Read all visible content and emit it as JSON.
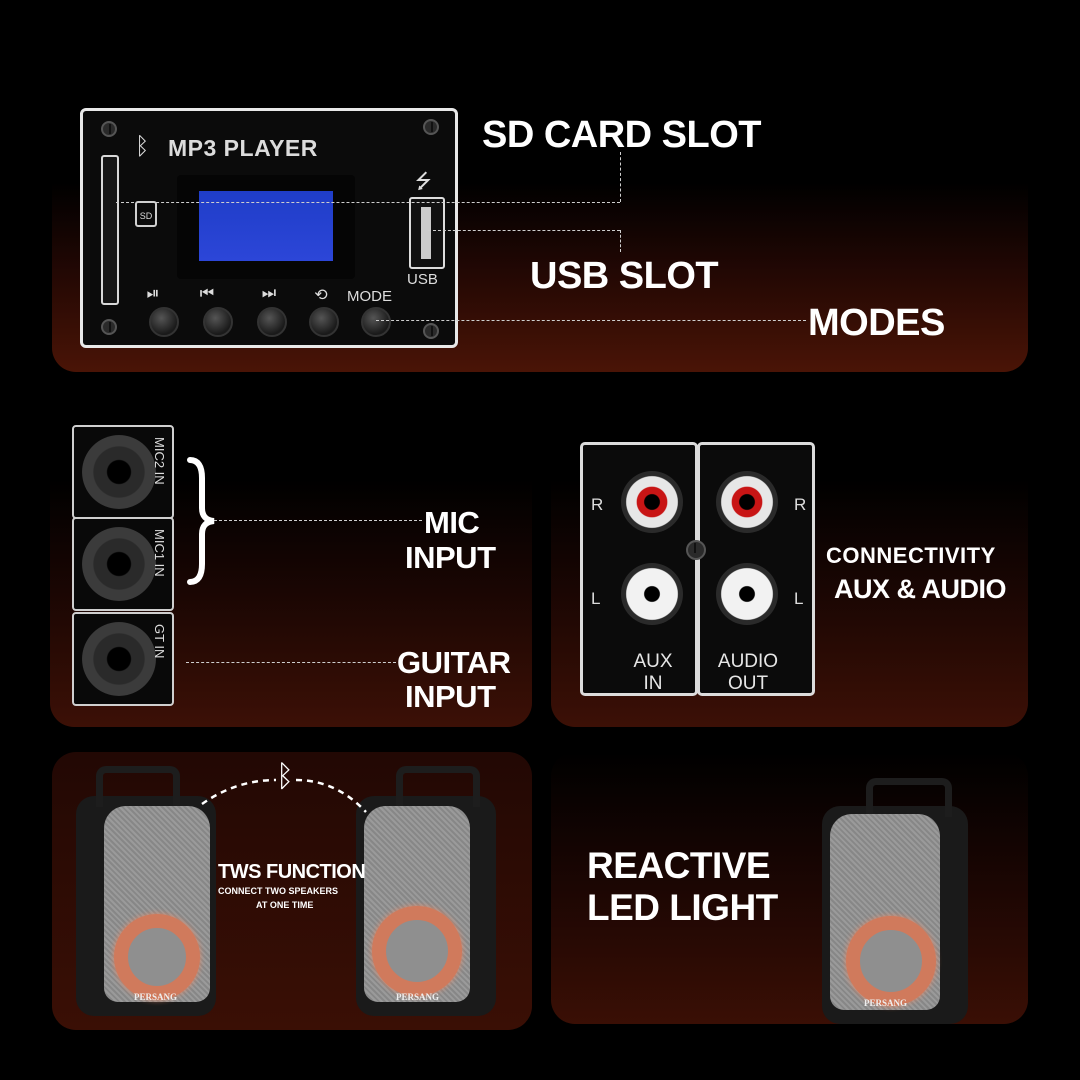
{
  "mp3_module": {
    "title": "MP3 PLAYER",
    "bluetooth_symbol": "ᛒ",
    "sd_badge": "SD",
    "usb_symbol": "⭍",
    "usb_label": "USB",
    "controls": [
      "⏯",
      "⏮",
      "⏭",
      "⟲"
    ],
    "mode_label": "MODE"
  },
  "labels": {
    "sd_card_slot": "SD CARD SLOT",
    "usb_slot": "USB SLOT",
    "modes": "MODES",
    "mic_input_1": "MIC",
    "mic_input_2": "INPUT",
    "guitar_input_1": "GUITAR",
    "guitar_input_2": "INPUT",
    "connectivity_1": "CONNECTIVITY",
    "connectivity_2": "AUX & AUDIO",
    "tws_title": "TWS FUNCTION",
    "tws_sub_1": "CONNECT TWO SPEAKERS",
    "tws_sub_2": "AT ONE TIME",
    "reactive_1": "REACTIVE",
    "reactive_2": "LED LIGHT"
  },
  "jacks": [
    "MIC2 IN",
    "MIC1 IN",
    "GT IN"
  ],
  "rca": {
    "right": "R",
    "left": "L",
    "aux_1": "AUX",
    "aux_2": "IN",
    "audio_1": "AUDIO",
    "audio_2": "OUT"
  },
  "speaker_brand": "PERSANG",
  "colors": {
    "lcd_blue": "#2c46d8",
    "led_ring": "#d07a5c",
    "panel_glow": "#4a1406"
  }
}
